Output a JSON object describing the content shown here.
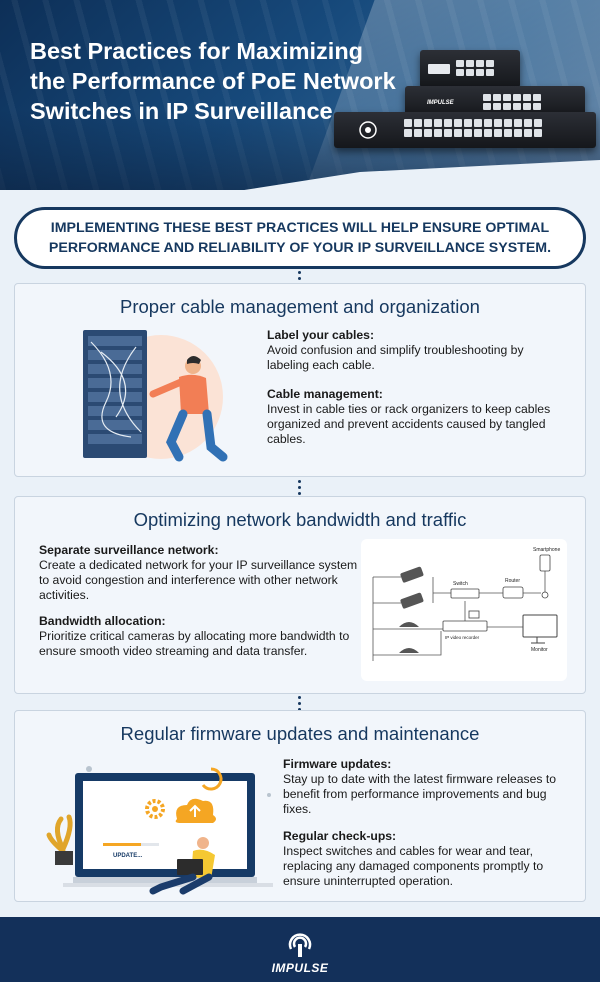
{
  "header": {
    "title": "Best Practices for Maximizing the Performance of PoE Network Switches in IP Surveillance",
    "switch_brand": "IMPULSE"
  },
  "banner": {
    "text": "IMPLEMENTING THESE BEST PRACTICES WILL HELP ENSURE OPTIMAL PERFORMANCE AND RELIABILITY OF YOUR IP SURVEILLANCE SYSTEM."
  },
  "sections": [
    {
      "title": "Proper cable management and organization",
      "tips": [
        {
          "heading": "Label your cables:",
          "body": "Avoid confusion and simplify troubleshooting by labeling each cable."
        },
        {
          "heading": "Cable management:",
          "body": "Invest in cable ties or rack organizers to keep cables organized and prevent accidents caused by tangled cables."
        }
      ]
    },
    {
      "title": "Optimizing network bandwidth and traffic",
      "tips": [
        {
          "heading": "Separate surveillance network:",
          "body": "Create a dedicated network for your IP surveillance system to avoid congestion and interference with other network activities."
        },
        {
          "heading": "Bandwidth allocation:",
          "body": "Prioritize critical cameras by allocating more bandwidth to ensure smooth video streaming and data transfer."
        }
      ],
      "diagram": {
        "switch": "Switch",
        "router": "Router",
        "smartphone": "Smartphone",
        "recorder": "IP video recorder",
        "monitor": "Monitor"
      }
    },
    {
      "title": "Regular firmware updates and maintenance",
      "tips": [
        {
          "heading": "Firmware updates:",
          "body": "Stay up to date with the latest firmware releases to benefit from performance improvements and bug fixes."
        },
        {
          "heading": "Regular check-ups:",
          "body": "Inspect switches and cables for wear and tear, replacing any damaged components promptly to ensure uninterrupted operation."
        }
      ],
      "update_label": "UPDATE..."
    }
  ],
  "footer": {
    "brand": "IMPULSE"
  },
  "colors": {
    "navy": "#16385f",
    "footer": "#13305a",
    "accent_orange": "#f5a623"
  }
}
